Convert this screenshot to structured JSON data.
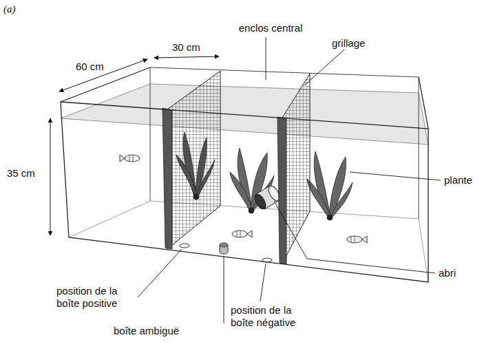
{
  "diagram": {
    "labels": [
      "(a)",
      "enclos central",
      "grillage",
      "30 cm",
      "60 cm",
      "35 cm",
      "plante",
      "abri",
      "position de la boîte positive",
      "boîte ambiguë",
      "position de la boîte négative"
    ]
  }
}
